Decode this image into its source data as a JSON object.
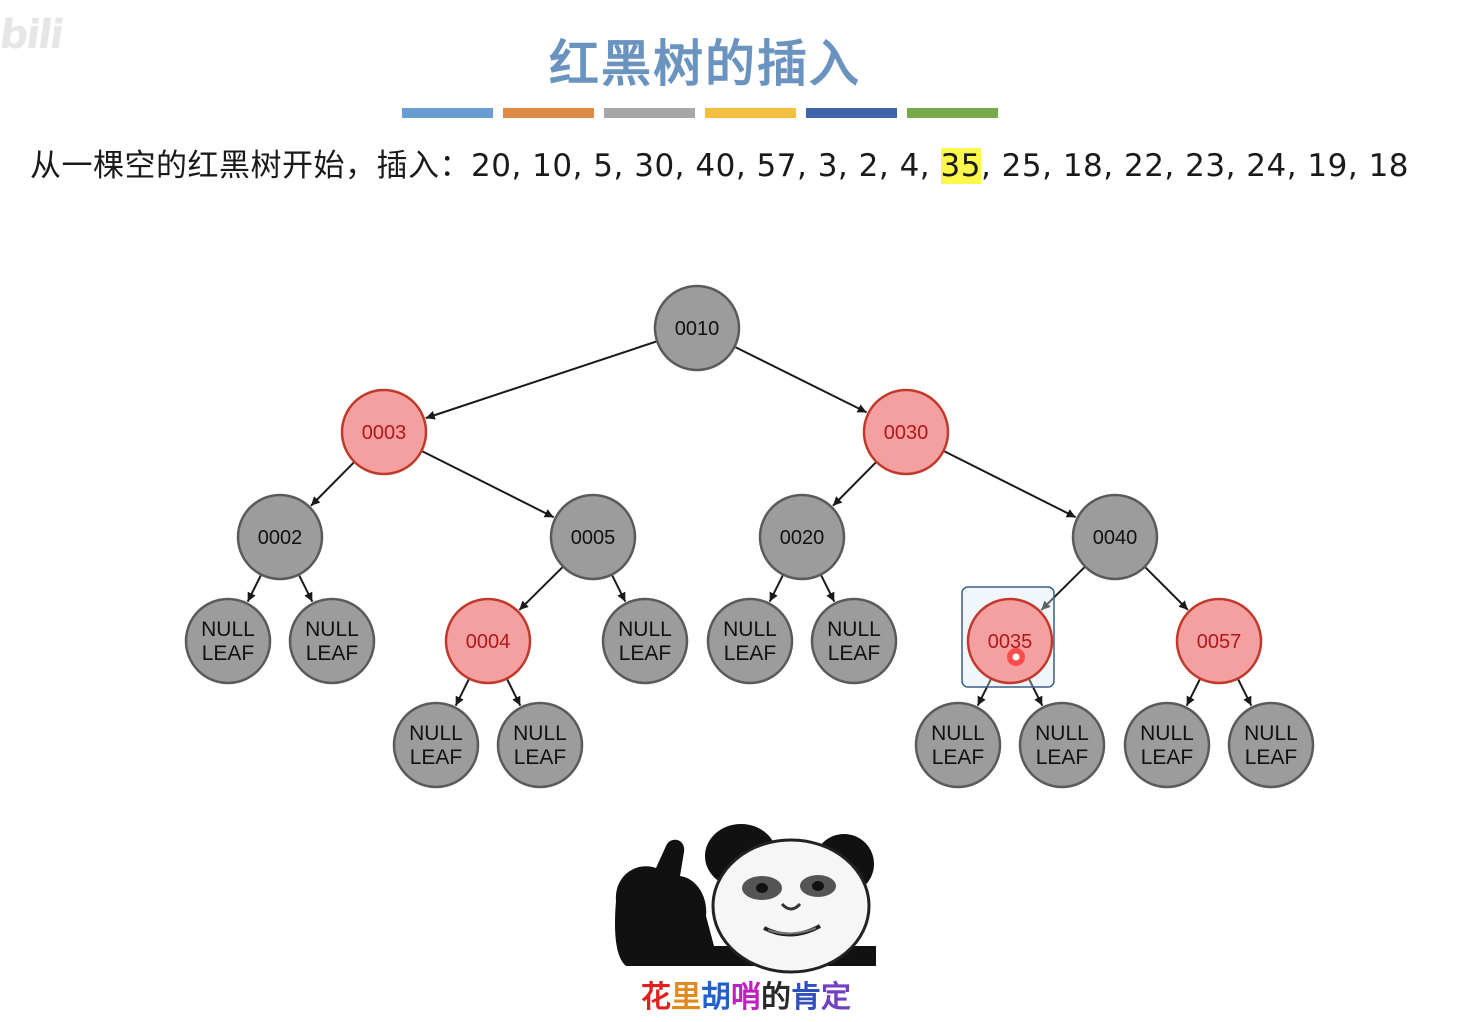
{
  "watermark": "bili",
  "title": "红黑树的插入",
  "color_bars": [
    "#6a9bd3",
    "#e08a47",
    "#a8a7a8",
    "#f4be3e",
    "#3f64ad",
    "#75a94a"
  ],
  "sentence": {
    "prefix": "从一棵空的红黑树开始，插入：",
    "before_highlight": "20, 10, 5, 30, 40, 57, 3, 2, 4, ",
    "highlight": "35",
    "after_highlight": ", 25, 18, 22, 23, 24, 19, 18"
  },
  "colors": {
    "black_node_fill": "#9c9c9c",
    "black_node_stroke": "#5a5a5a",
    "red_node_fill": "#f4a0a0",
    "red_node_stroke": "#c0392b",
    "red_node_text": "#b01818",
    "edge": "#1a1a1a",
    "selection_box": "#3a5f8a"
  },
  "tree": {
    "nodes": [
      {
        "id": "n0010",
        "label": "0010",
        "color": "black"
      },
      {
        "id": "n0003",
        "label": "0003",
        "color": "red"
      },
      {
        "id": "n0030",
        "label": "0030",
        "color": "red"
      },
      {
        "id": "n0002",
        "label": "0002",
        "color": "black"
      },
      {
        "id": "n0005",
        "label": "0005",
        "color": "black"
      },
      {
        "id": "n0020",
        "label": "0020",
        "color": "black"
      },
      {
        "id": "n0040",
        "label": "0040",
        "color": "black"
      },
      {
        "id": "leafA",
        "label": "NULL\nLEAF",
        "color": "black"
      },
      {
        "id": "leafB",
        "label": "NULL\nLEAF",
        "color": "black"
      },
      {
        "id": "n0004",
        "label": "0004",
        "color": "red"
      },
      {
        "id": "leafC",
        "label": "NULL\nLEAF",
        "color": "black"
      },
      {
        "id": "leafD",
        "label": "NULL\nLEAF",
        "color": "black"
      },
      {
        "id": "leafE",
        "label": "NULL\nLEAF",
        "color": "black"
      },
      {
        "id": "n0035",
        "label": "0035",
        "color": "red",
        "selected": true
      },
      {
        "id": "n0057",
        "label": "0057",
        "color": "red"
      },
      {
        "id": "leafF",
        "label": "NULL\nLEAF",
        "color": "black"
      },
      {
        "id": "leafG",
        "label": "NULL\nLEAF",
        "color": "black"
      },
      {
        "id": "leafH",
        "label": "NULL\nLEAF",
        "color": "black"
      },
      {
        "id": "leafI",
        "label": "NULL\nLEAF",
        "color": "black"
      },
      {
        "id": "leafJ",
        "label": "NULL\nLEAF",
        "color": "black"
      },
      {
        "id": "leafK",
        "label": "NULL\nLEAF",
        "color": "black"
      }
    ],
    "edges": [
      [
        "n0010",
        "n0003"
      ],
      [
        "n0010",
        "n0030"
      ],
      [
        "n0003",
        "n0002"
      ],
      [
        "n0003",
        "n0005"
      ],
      [
        "n0030",
        "n0020"
      ],
      [
        "n0030",
        "n0040"
      ],
      [
        "n0002",
        "leafA"
      ],
      [
        "n0002",
        "leafB"
      ],
      [
        "n0005",
        "n0004"
      ],
      [
        "n0005",
        "leafC"
      ],
      [
        "n0020",
        "leafD"
      ],
      [
        "n0020",
        "leafE"
      ],
      [
        "n0040",
        "n0035"
      ],
      [
        "n0040",
        "n0057"
      ],
      [
        "n0004",
        "leafF"
      ],
      [
        "n0004",
        "leafG"
      ],
      [
        "n0035",
        "leafH"
      ],
      [
        "n0035",
        "leafI"
      ],
      [
        "n0057",
        "leafJ"
      ],
      [
        "n0057",
        "leafK"
      ]
    ]
  },
  "meme": {
    "caption": [
      "花",
      "里",
      "胡",
      "哨",
      "的",
      "肯",
      "定"
    ],
    "caption_colors": [
      "#e02020",
      "#e08a20",
      "#2060d0",
      "#c020c0",
      "#2a2a2a",
      "#3050c0",
      "#7040c0"
    ]
  }
}
